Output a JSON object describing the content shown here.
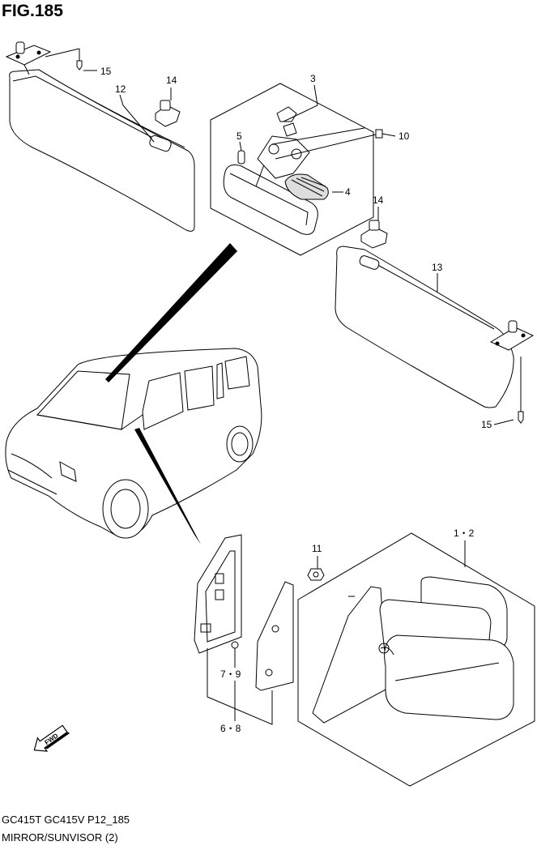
{
  "figure": {
    "title": "FIG.185"
  },
  "footer": {
    "models": "GC415T GC415V P12_185",
    "section": "MIRROR/SUNVISOR (2)"
  },
  "callouts": {
    "c15_top": "15",
    "c12": "12",
    "c14_top": "14",
    "c3": "3",
    "c5": "5",
    "c10": "10",
    "c4": "4",
    "c14_right": "14",
    "c13": "13",
    "c15_right": "15",
    "c11": "11",
    "c1_2": "1・2",
    "c7_9": "7・9",
    "c6_8": "6・8"
  },
  "fwd_label": "FWD",
  "icons": [
    "fwd-arrow-icon"
  ]
}
